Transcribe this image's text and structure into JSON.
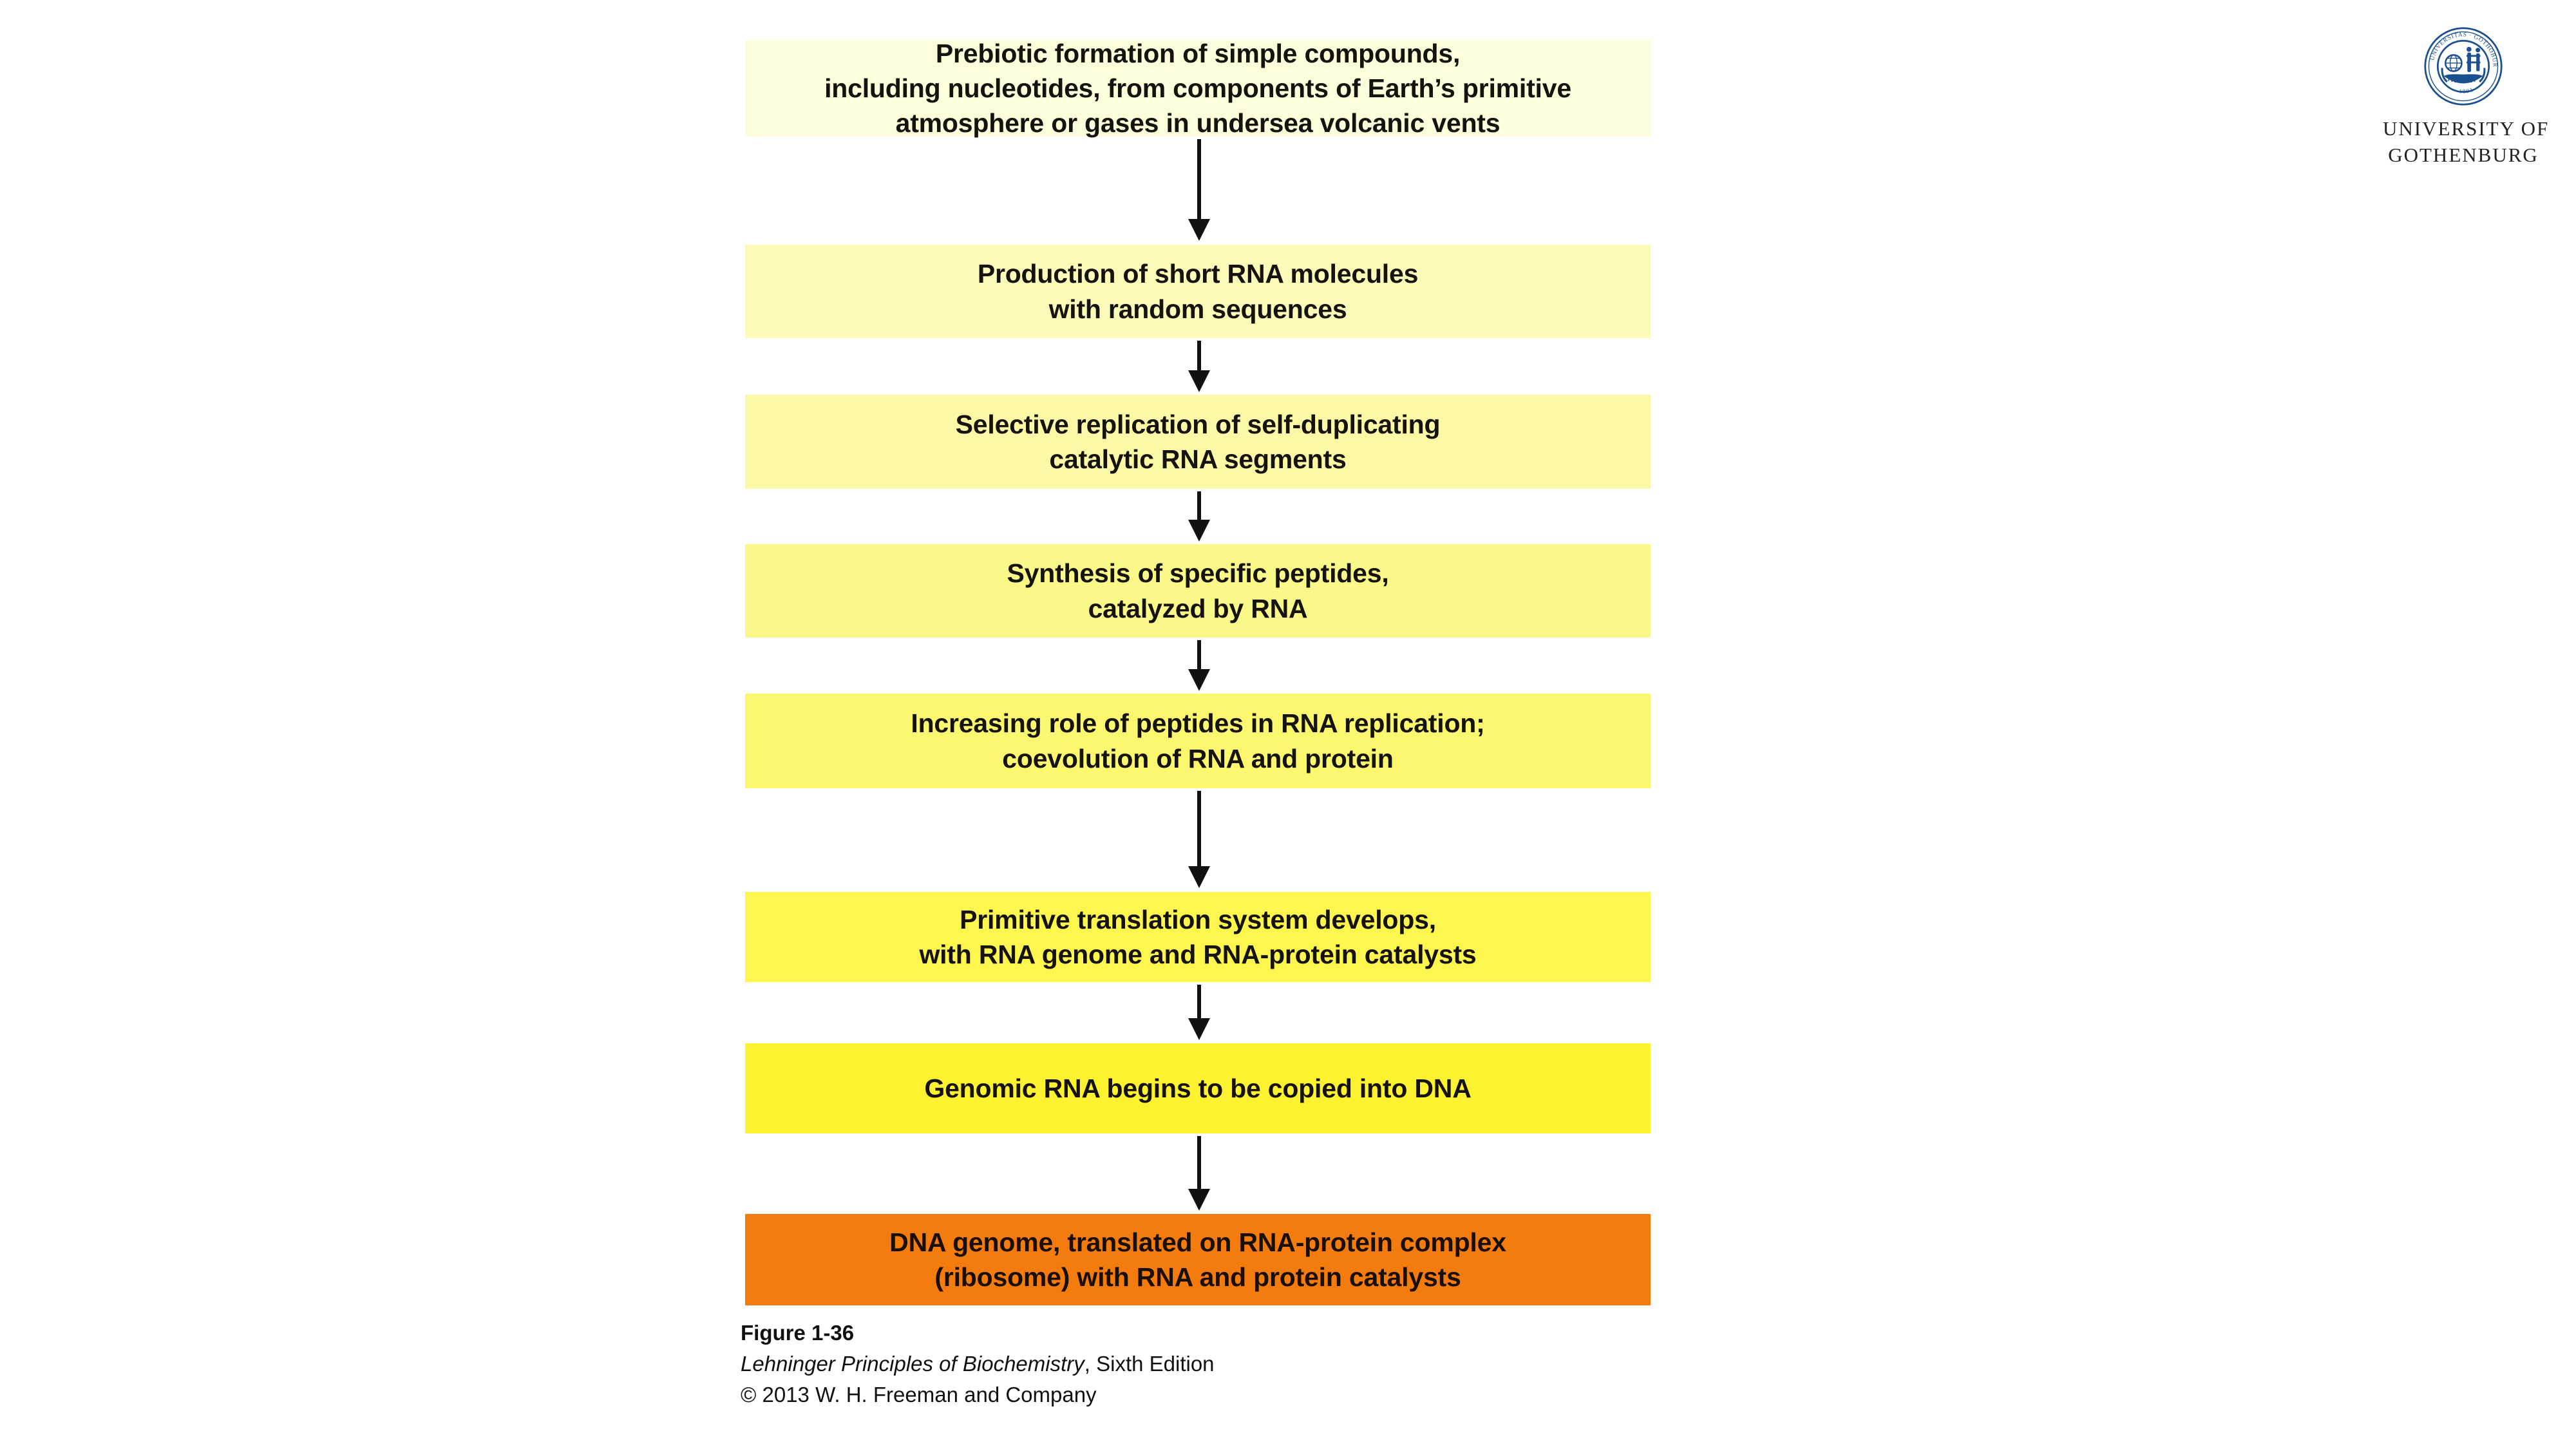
{
  "brand": {
    "logo_icon": "university-of-gothenburg-seal-icon",
    "seal_text_outer": "UNIVERSITAS · GOTHOBURGENSIS",
    "seal_year": "1891",
    "name_line_1": "UNIVERSITY OF",
    "name_line_2": "GOTHENBURG",
    "seal_color": "#1b4f8f"
  },
  "diagram": {
    "type": "flowchart",
    "orientation": "vertical",
    "arrow_icon": "down-arrow-icon",
    "steps": [
      {
        "index": 1,
        "lines": [
          "Prebiotic formation of simple compounds,",
          "including nucleotides, from components of Earth’s primitive",
          "atmosphere or gases in undersea volcanic vents"
        ],
        "color": "#FDFDDC"
      },
      {
        "index": 2,
        "lines": [
          "Production of short RNA molecules",
          "with random sequences"
        ],
        "color": "#FCFAB9"
      },
      {
        "index": 3,
        "lines": [
          "Selective replication of self-duplicating",
          "catalytic RNA segments"
        ],
        "color": "#FCF9A6"
      },
      {
        "index": 4,
        "lines": [
          "Synthesis of specific peptides,",
          "catalyzed by RNA"
        ],
        "color": "#FBF88A"
      },
      {
        "index": 5,
        "lines": [
          "Increasing role of peptides in RNA replication;",
          "coevolution of RNA and protein"
        ],
        "color": "#FBF76F"
      },
      {
        "index": 6,
        "lines": [
          "Primitive translation system develops,",
          "with RNA genome and RNA-protein catalysts"
        ],
        "color": "#FDF64F"
      },
      {
        "index": 7,
        "lines": [
          "Genomic RNA begins to be copied into DNA"
        ],
        "color": "#FDF230"
      },
      {
        "index": 8,
        "lines": [
          "DNA genome, translated on RNA-protein complex",
          "(ribosome) with RNA and protein catalysts"
        ],
        "color": "#F47B0D"
      }
    ]
  },
  "caption": {
    "figure_number": "Figure 1-36",
    "book_title": "Lehninger Principles of Biochemistry",
    "edition": ", Sixth Edition",
    "copyright": "© 2013 W. H. Freeman and Company"
  }
}
